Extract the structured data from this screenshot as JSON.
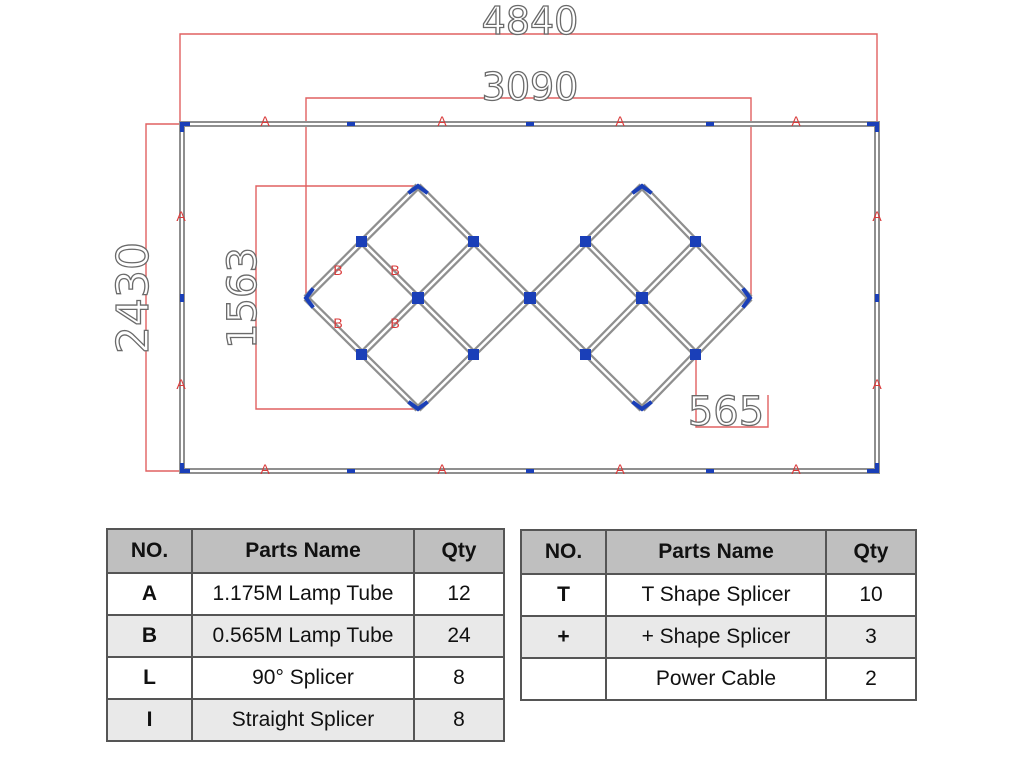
{
  "diagram": {
    "dimensions": {
      "overall_width": "4840",
      "diamond_span": "3090",
      "overall_height": "2430",
      "diamond_height": "1563",
      "cell_size": "565"
    },
    "edge_labels": {
      "frame": "A",
      "small_cell": "B"
    },
    "colors": {
      "tube": "#9b9b9b",
      "splicer": "#1a3fb8",
      "dimension_line": "#e06060",
      "label": "#d93a3a"
    }
  },
  "table_left": {
    "headers": [
      "NO.",
      "Parts Name",
      "Qty"
    ],
    "rows": [
      {
        "no": "A",
        "name": "1.175M Lamp Tube",
        "qty": "12"
      },
      {
        "no": "B",
        "name": "0.565M Lamp Tube",
        "qty": "24"
      },
      {
        "no": "L",
        "name": "90° Splicer",
        "qty": "8"
      },
      {
        "no": "I",
        "name": "Straight Splicer",
        "qty": "8"
      }
    ]
  },
  "table_right": {
    "headers": [
      "NO.",
      "Parts Name",
      "Qty"
    ],
    "rows": [
      {
        "no": "T",
        "name": "T Shape Splicer",
        "qty": "10"
      },
      {
        "no": "+",
        "name": "+ Shape Splicer",
        "qty": "3"
      },
      {
        "no": "",
        "name": "Power Cable",
        "qty": "2"
      }
    ]
  }
}
